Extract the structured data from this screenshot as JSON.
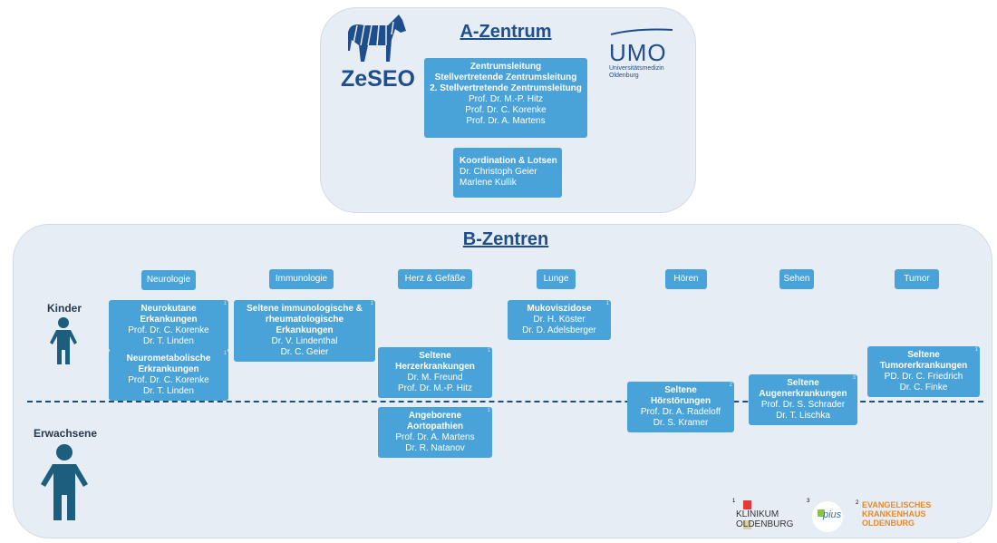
{
  "a_zentrum": {
    "title": "A-Zentrum",
    "logo_left": "ZeSEO",
    "logo_right": {
      "name": "UMO",
      "sub1": "Universitätsmedizin",
      "sub2": "Oldenburg"
    },
    "leadership": {
      "headings": [
        "Zentrumsleitung",
        "Stellvertretende Zentrumsleitung",
        "2. Stellvertretende Zentrumsleitung"
      ],
      "names": [
        "Prof. Dr. M.-P. Hitz",
        "Prof. Dr. C. Korenke",
        "Prof. Dr. A. Martens"
      ]
    },
    "coordination": {
      "heading": "Koordination & Lotsen",
      "names": [
        "Dr. Christoph Geier",
        "Marlene Kullik"
      ]
    }
  },
  "b_zentren": {
    "title": "B-Zentren",
    "categories": [
      "Neurologie",
      "Immunologie",
      "Herz & Gefäße",
      "Lunge",
      "Hören",
      "Sehen",
      "Tumor"
    ],
    "rows": [
      "Kinder",
      "Erwachsene"
    ],
    "boxes": [
      {
        "title": "Neurokutane Erkankungen",
        "names": [
          "Prof. Dr. C. Korenke",
          "Dr. T. Linden"
        ],
        "sup": "1"
      },
      {
        "title": "Neurometabolische Erkrankungen",
        "names": [
          "Prof. Dr. C. Korenke",
          "Dr. T. Linden"
        ],
        "sup": "1"
      },
      {
        "title": "Seltene immunologische & rheumatologische Erkankungen",
        "names": [
          "Dr. V. Lindenthal",
          "Dr. C. Geier"
        ],
        "sup": "1"
      },
      {
        "title": "Seltene Herzerkrankungen",
        "names": [
          "Dr. M. Freund",
          "Prof. Dr. M.-P. Hitz"
        ],
        "sup": "1"
      },
      {
        "title": "Angeborene Aortopathien",
        "names": [
          "Prof. Dr. A. Martens",
          "Dr. R. Natanov"
        ],
        "sup": "1"
      },
      {
        "title": "Mukoviszidose",
        "names": [
          "Dr. H. Köster",
          "Dr. D. Adelsberger"
        ],
        "sup": "1"
      },
      {
        "title": "Seltene Hörstörungen",
        "names": [
          "Prof. Dr. A. Radeloff",
          "Dr. S. Kramer"
        ],
        "sup": "2"
      },
      {
        "title": "Seltene Augenerkrankungen",
        "names": [
          "Prof. Dr. S. Schrader",
          "Dr. T. Lischka"
        ],
        "sup": "3"
      },
      {
        "title": "Seltene Tumorerkrankungen",
        "names": [
          "PD. Dr. C. Friedrich",
          "Dr. C. Finke"
        ],
        "sup": "1"
      }
    ],
    "partner_logos": [
      {
        "sup": "1",
        "name": "KLINIKUM OLDENBURG"
      },
      {
        "sup": "3",
        "name": "pius"
      },
      {
        "sup": "2",
        "name": "EVANGELISCHES KRANKENHAUS OLDENBURG"
      }
    ]
  },
  "colors": {
    "box": "#4aa3d8",
    "panel": "#e7edf5",
    "title": "#1f4e8c",
    "line": "#1f4e79"
  }
}
